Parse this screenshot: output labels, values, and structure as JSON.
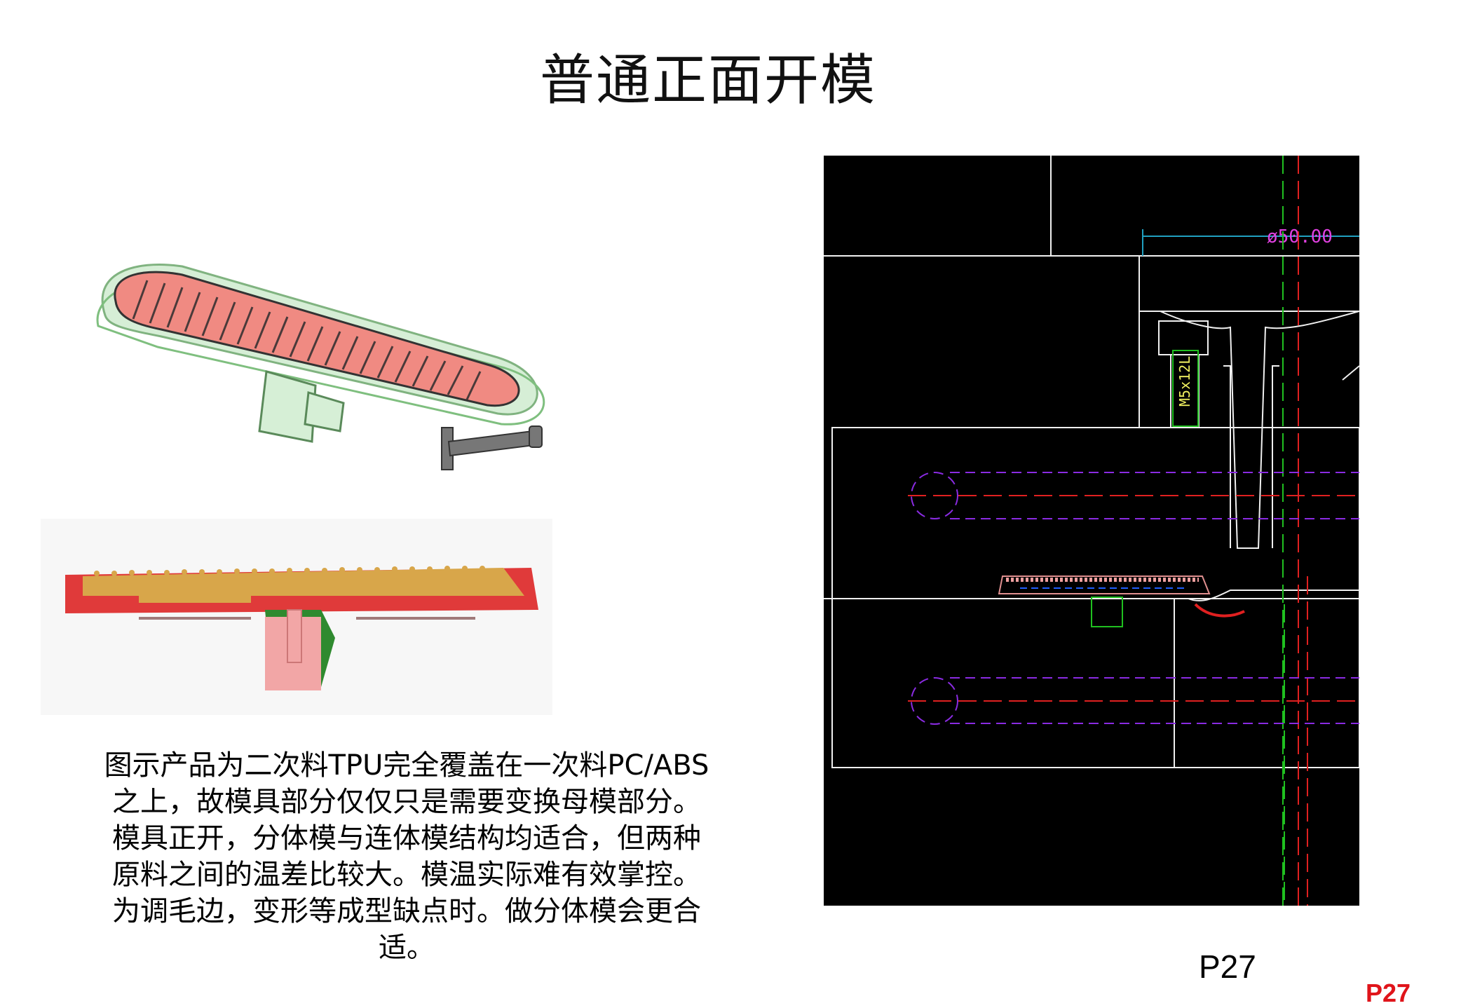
{
  "slide": {
    "title": "普通正面开模",
    "description_lines": [
      "图示产品为二次料TPU完全覆盖在一次料PC/ABS",
      "之上，故模具部分仅仅只是需要变换母模部分。",
      "模具正开，分体模与连体模结构均适合，但两种",
      "原料之间的温差比较大。模温实际难有效掌控。",
      "为调毛边，变形等成型缺点时。做分体模会更合",
      "适。"
    ],
    "page_label": "P27",
    "page_label_red": "P27"
  },
  "cad": {
    "dimension_label": "ø50.00",
    "screw_label": "M5x12L"
  },
  "colors": {
    "cad_background": "#000000",
    "red_centerline": "#e02020",
    "purple_cooling": "#8a2be2",
    "magenta_dimension": "#e040e0",
    "green_line": "#20c020",
    "tpu_red": "#e05a5a",
    "pcabs_green": "#9ad69a"
  }
}
